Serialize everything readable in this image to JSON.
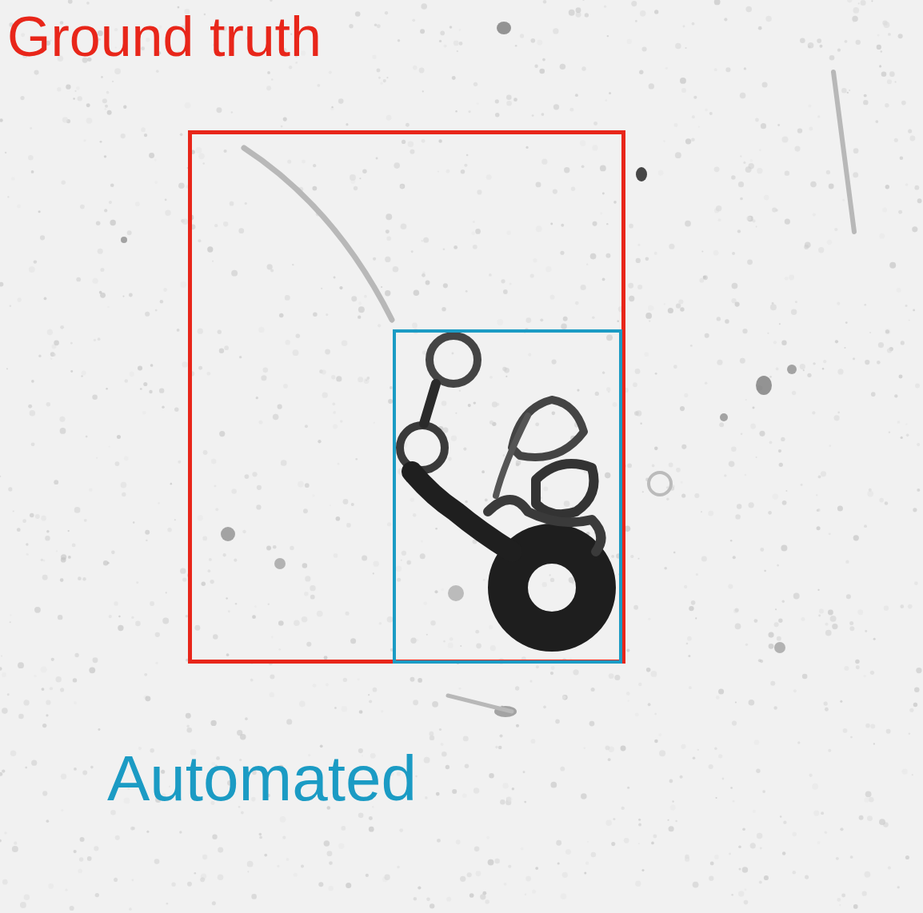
{
  "diagram": {
    "nodes": [
      {
        "text": [
          "Ground truth"
        ]
      },
      {
        "text": [
          "Automated"
        ],
        "in": 0
      }
    ]
  }
}
